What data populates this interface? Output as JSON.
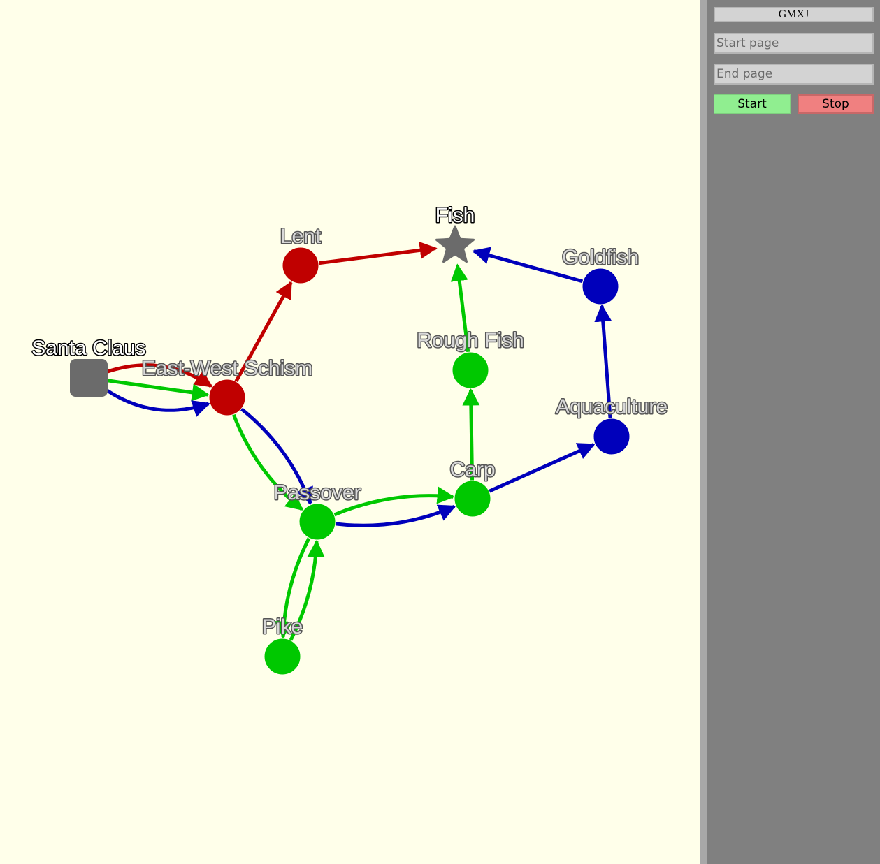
{
  "sidebar": {
    "title": "GMXJ",
    "start_placeholder": "Start page",
    "end_placeholder": "End page",
    "start_label": "Start",
    "stop_label": "Stop"
  },
  "colors": {
    "background": "#ffffea",
    "red": "#c00000",
    "green": "#00c800",
    "blue": "#0000bb",
    "gray": "#6b6b6b"
  },
  "graph": {
    "nodes": [
      {
        "id": "santa",
        "label": "Santa Claus",
        "shape": "square",
        "color": "gray",
        "role": "start"
      },
      {
        "id": "schism",
        "label": "East-West Schism",
        "shape": "circle",
        "color": "red"
      },
      {
        "id": "lent",
        "label": "Lent",
        "shape": "circle",
        "color": "red"
      },
      {
        "id": "fish",
        "label": "Fish",
        "shape": "star",
        "color": "gray",
        "role": "end"
      },
      {
        "id": "goldfish",
        "label": "Goldfish",
        "shape": "circle",
        "color": "blue"
      },
      {
        "id": "rough",
        "label": "Rough Fish",
        "shape": "circle",
        "color": "green"
      },
      {
        "id": "aqua",
        "label": "Aquaculture",
        "shape": "circle",
        "color": "blue"
      },
      {
        "id": "carp",
        "label": "Carp",
        "shape": "circle",
        "color": "green"
      },
      {
        "id": "passover",
        "label": "Passover",
        "shape": "circle",
        "color": "green"
      },
      {
        "id": "pike",
        "label": "Pike",
        "shape": "circle",
        "color": "green"
      }
    ],
    "edges": [
      {
        "from": "santa",
        "to": "schism",
        "color": "red"
      },
      {
        "from": "santa",
        "to": "schism",
        "color": "green"
      },
      {
        "from": "santa",
        "to": "schism",
        "color": "blue"
      },
      {
        "from": "schism",
        "to": "lent",
        "color": "red"
      },
      {
        "from": "lent",
        "to": "fish",
        "color": "red"
      },
      {
        "from": "schism",
        "to": "passover",
        "color": "blue"
      },
      {
        "from": "schism",
        "to": "passover",
        "color": "green"
      },
      {
        "from": "passover",
        "to": "carp",
        "color": "green"
      },
      {
        "from": "passover",
        "to": "carp",
        "color": "blue"
      },
      {
        "from": "pike",
        "to": "passover",
        "color": "green"
      },
      {
        "from": "passover",
        "to": "pike",
        "color": "green"
      },
      {
        "from": "carp",
        "to": "rough",
        "color": "green"
      },
      {
        "from": "rough",
        "to": "fish",
        "color": "green"
      },
      {
        "from": "carp",
        "to": "aqua",
        "color": "blue"
      },
      {
        "from": "aqua",
        "to": "goldfish",
        "color": "blue"
      },
      {
        "from": "goldfish",
        "to": "fish",
        "color": "blue"
      }
    ]
  }
}
